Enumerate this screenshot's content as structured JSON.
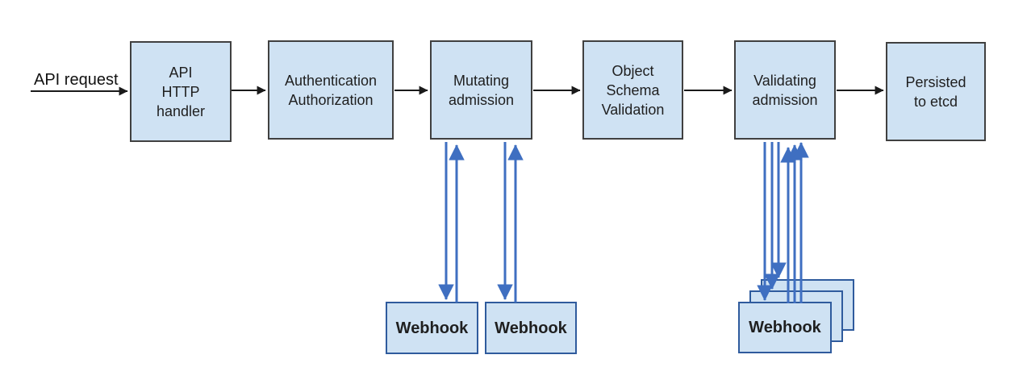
{
  "labels": {
    "api_request": "API request"
  },
  "nodes": {
    "api_http_handler": "API\nHTTP\nhandler",
    "authentication_authorization": "Authentication\nAuthorization",
    "mutating_admission": "Mutating\nadmission",
    "object_schema_validation": "Object\nSchema\nValidation",
    "validating_admission": "Validating\nadmission",
    "persisted_to_etcd": "Persisted\nto etcd"
  },
  "webhooks": {
    "mutating_1": "Webhook",
    "mutating_2": "Webhook",
    "validating_front": "Webhook"
  },
  "colors": {
    "node_fill": "#cfe2f3",
    "node_border": "#404040",
    "webhook_border": "#2f5b9d",
    "flow_arrow": "#1a1a1a",
    "webhook_arrow": "#3f6fc1"
  }
}
